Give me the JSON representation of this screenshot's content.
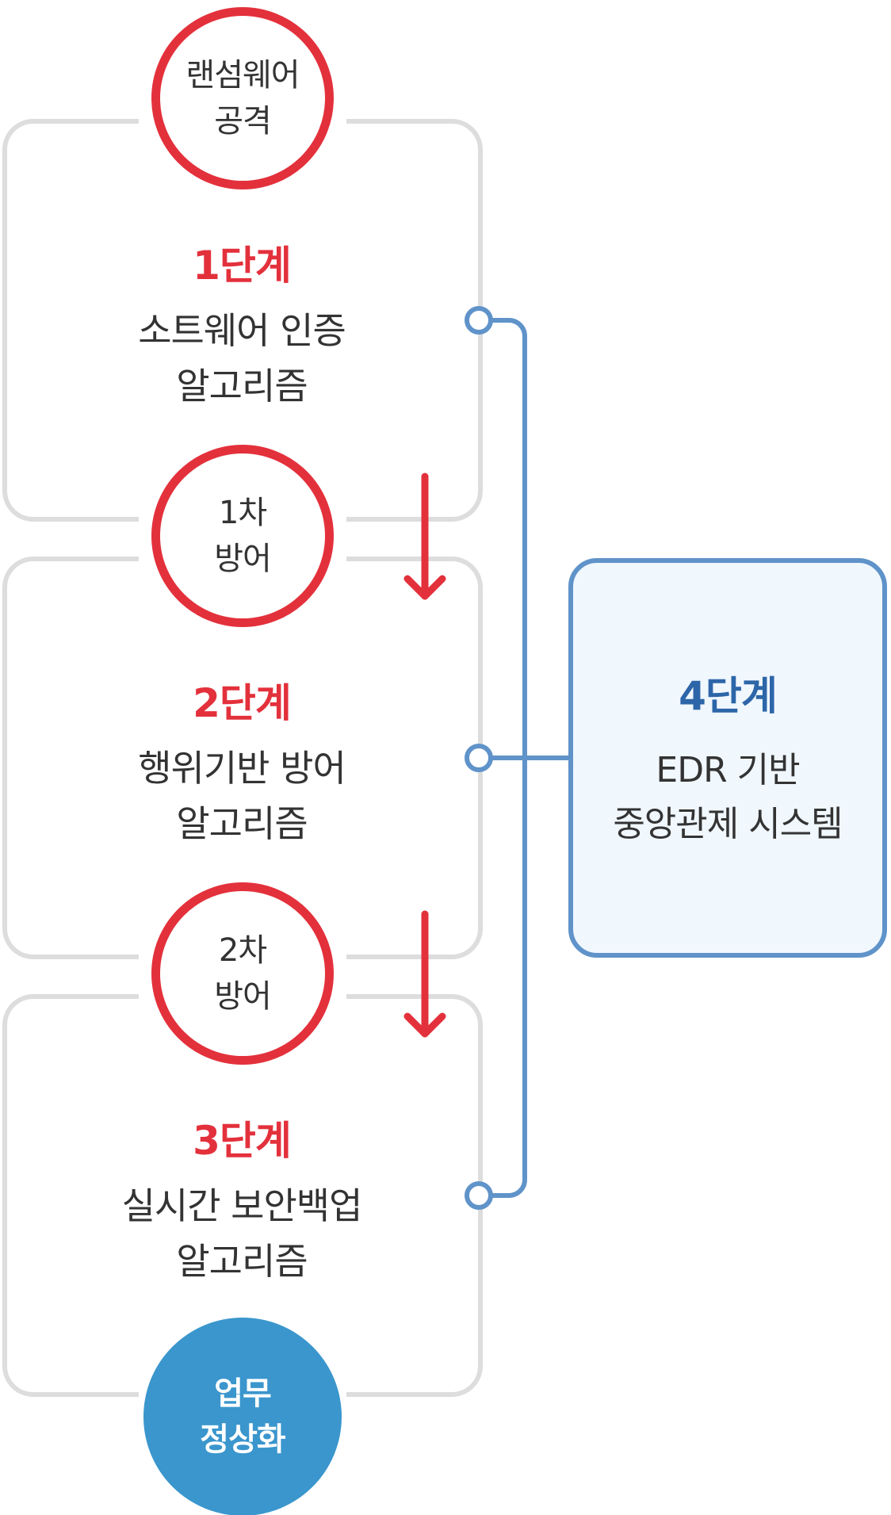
{
  "colors": {
    "accent_red": "#e3313c",
    "accent_blue": "#5f93c9",
    "circle_blue": "#3a96cd",
    "frame_gray": "#dddddd",
    "text_dark": "#333333"
  },
  "nodes": {
    "attack": {
      "lines": [
        "랜섬웨어",
        "공격"
      ]
    },
    "defense1": {
      "lines": [
        "1차",
        "방어"
      ]
    },
    "defense2": {
      "lines": [
        "2차",
        "방어"
      ]
    },
    "normalize": {
      "lines": [
        "업무",
        "정상화"
      ]
    }
  },
  "stages": [
    {
      "title": "1단계",
      "lines": [
        "소트웨어 인증",
        "알고리즘"
      ]
    },
    {
      "title": "2단계",
      "lines": [
        "행위기반 방어",
        "알고리즘"
      ]
    },
    {
      "title": "3단계",
      "lines": [
        "실시간 보안백업",
        "알고리즘"
      ]
    }
  ],
  "side": {
    "title": "4단계",
    "lines": [
      "EDR 기반",
      "중앙관제 시스템"
    ]
  }
}
